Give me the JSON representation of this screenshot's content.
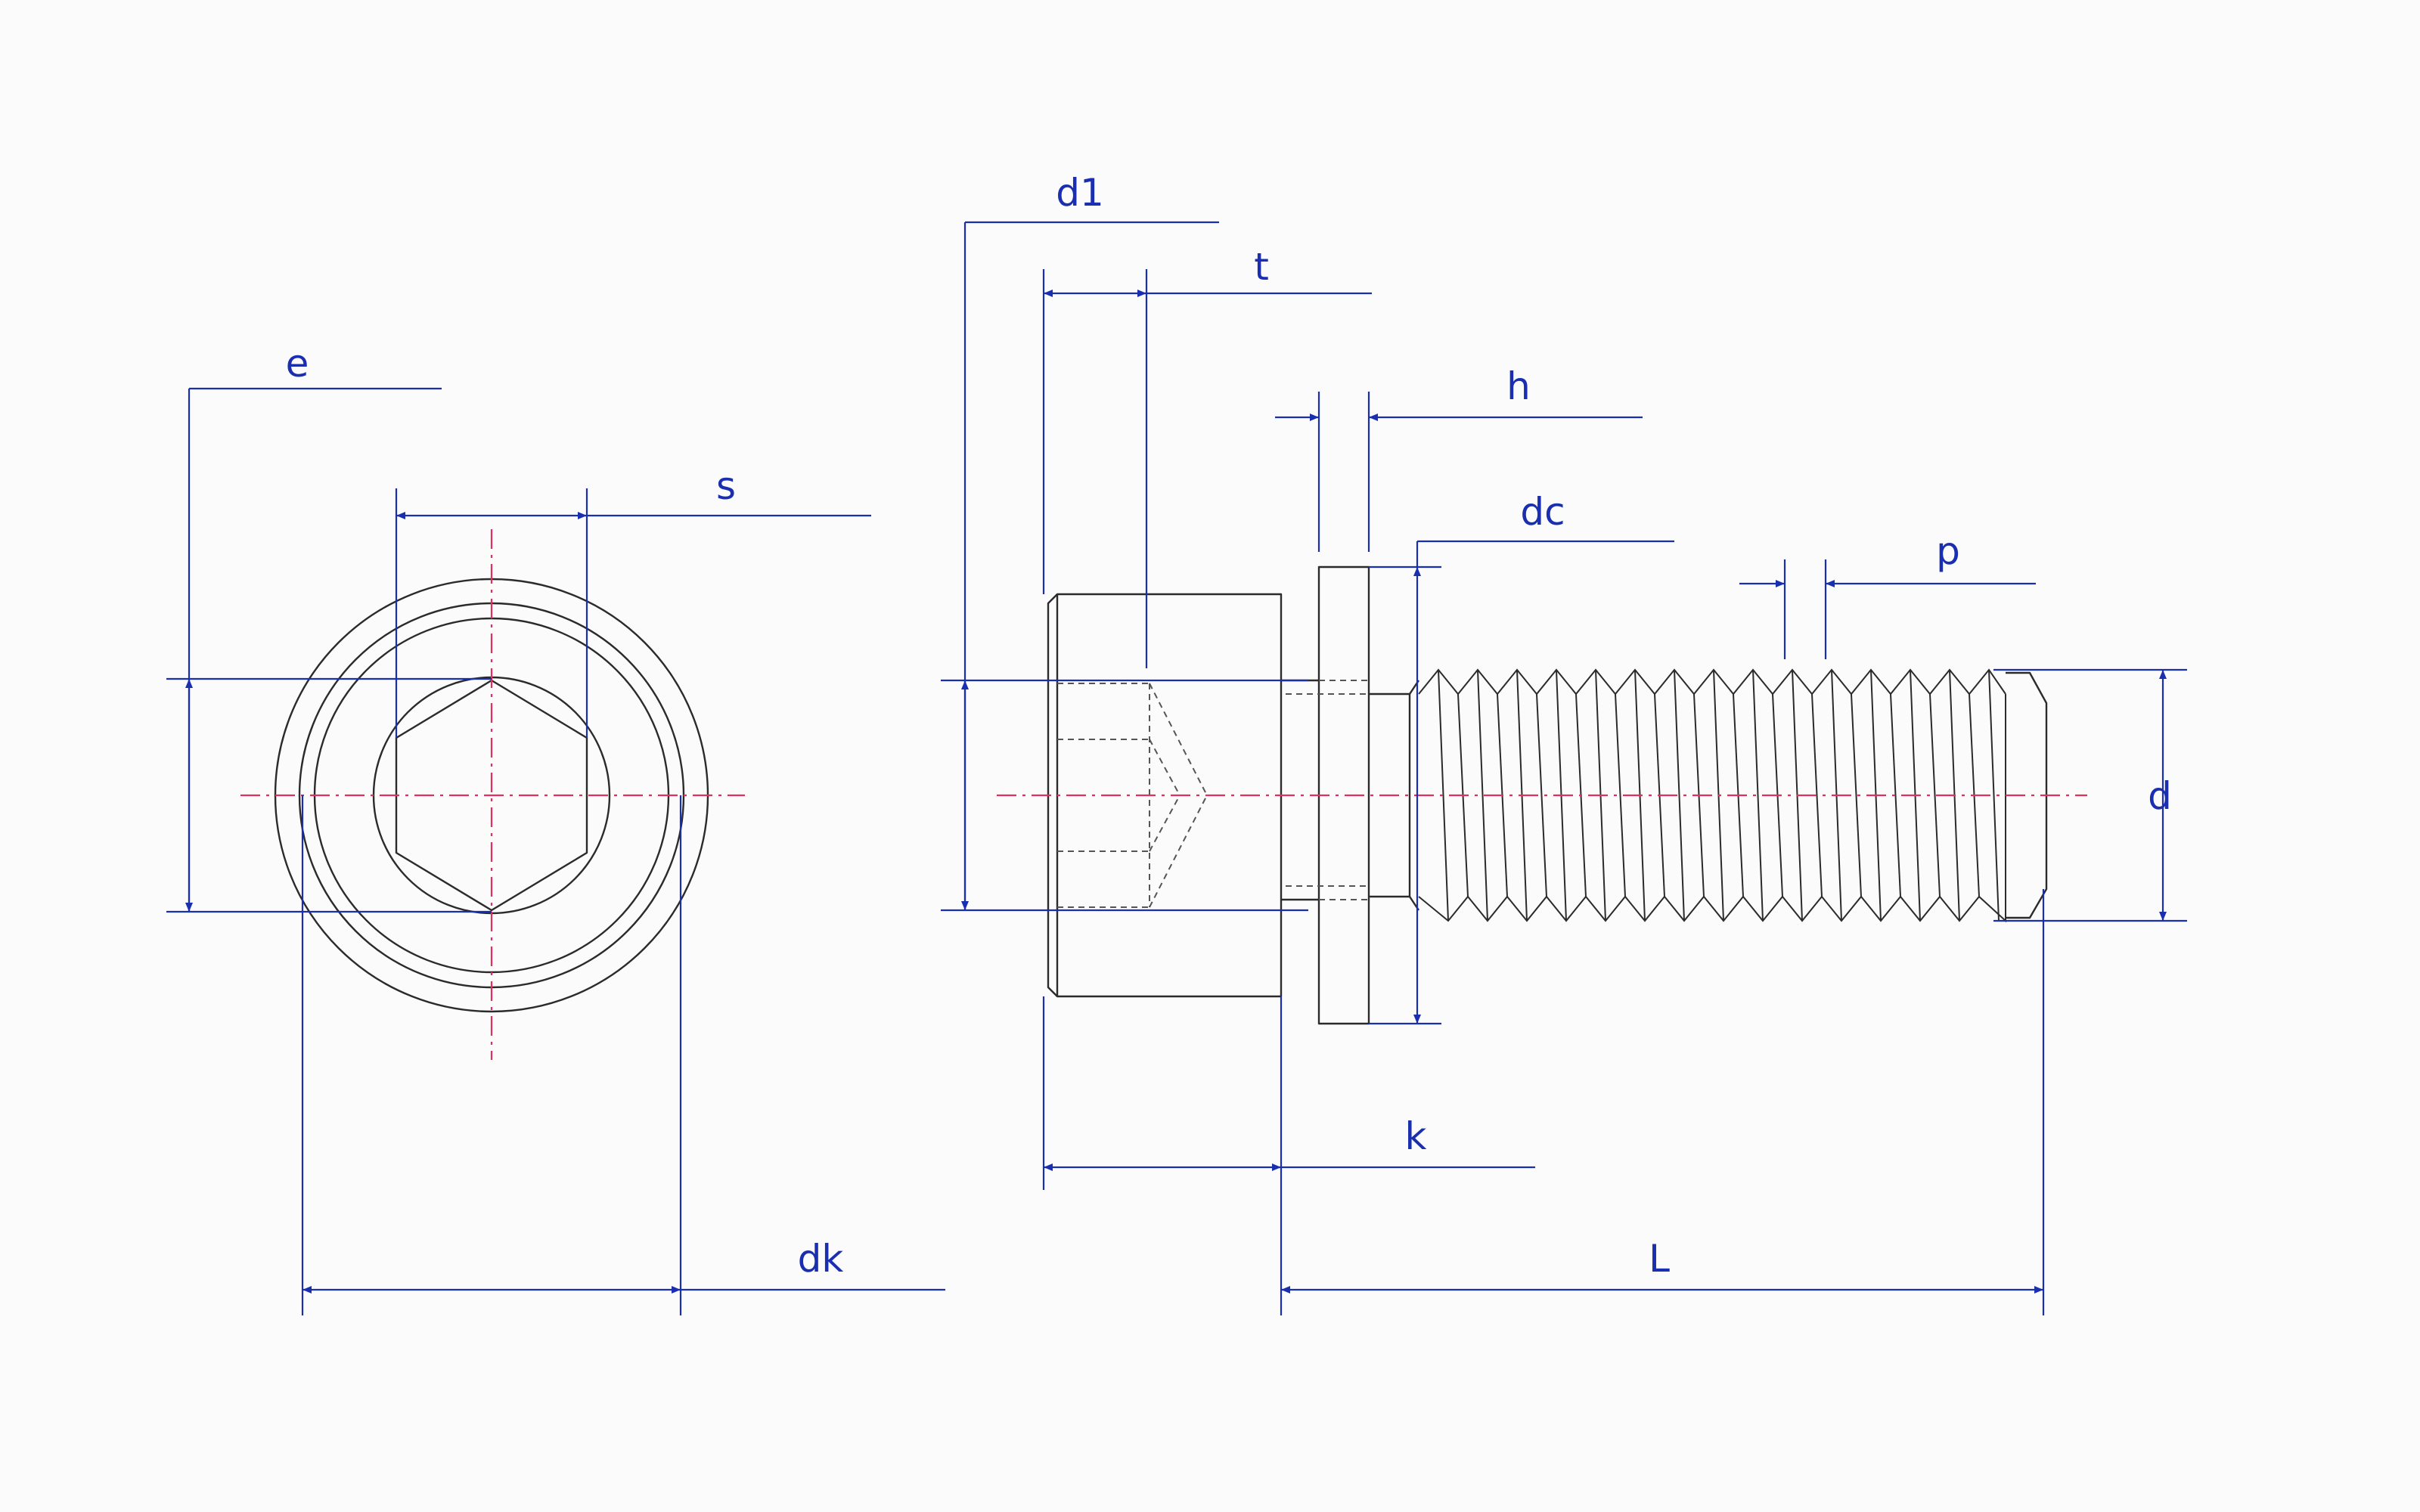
{
  "colors": {
    "part_line": "#2b2b2b",
    "dimension_line": "#1a2fb0",
    "center_line": "#e03060",
    "background": "#fbfbfb"
  },
  "labels": {
    "e": "e",
    "s": "s",
    "dk": "dk",
    "d1": "d1",
    "t": "t",
    "h": "h",
    "dc": "dc",
    "p": "p",
    "d": "d",
    "k": "k",
    "L": "L"
  }
}
